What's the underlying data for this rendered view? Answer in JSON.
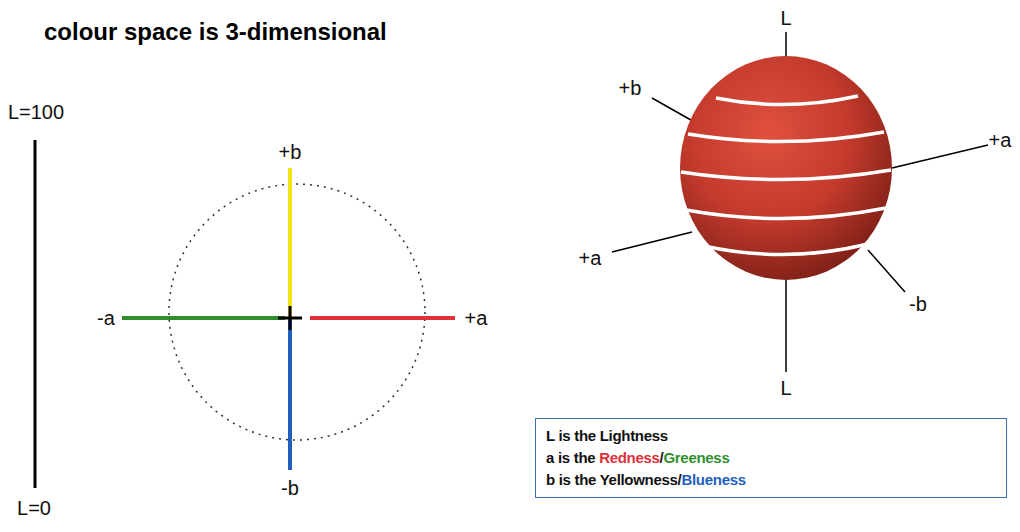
{
  "diagram": {
    "title": "colour space is 3-dimensional",
    "nodes": [
      {
        "text": [
          "L is the Lightness",
          "a is the Redness/Greeness",
          "b is the Yellowness/Blueness"
        ]
      }
    ],
    "labels": [
      "L=100",
      "L=0",
      "+b",
      "-a",
      "+a",
      "-b",
      "L",
      "+b",
      "+a",
      "+a",
      "-b",
      "L"
    ]
  }
}
